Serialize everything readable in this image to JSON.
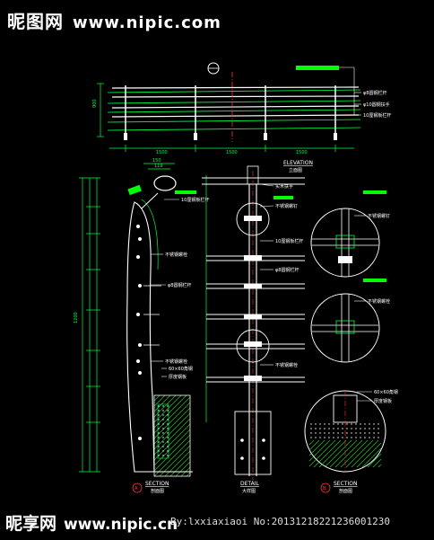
{
  "watermark": {
    "top_brand": "昵图网",
    "top_url": "www.nipic.com",
    "bottom_brand": "昵享网",
    "bottom_url": "www.nipic.cn",
    "bottom_id": "By:lxxiaxiaoi  No:20131218221236001230"
  },
  "elevation": {
    "title_en": "ELEVATION",
    "title_cn": "立面图",
    "dim_height": "900",
    "dims_bottom": [
      "1500",
      "1500",
      "1500"
    ],
    "callouts": [
      "φ8圆钢栏杆",
      "φ10圆钢扶手",
      "10厘钢板栏杆"
    ]
  },
  "section_left": {
    "title_en": "SECTION",
    "title_cn": "剖面图",
    "marker": "A",
    "top_dims": [
      "150",
      "119"
    ],
    "total_height": "1200",
    "callouts": [
      "10厘钢板栏杆",
      "不锈钢螺栓",
      "φ8圆钢栏杆",
      "不锈钢螺栓",
      "60×60角钢",
      "厚度钢板"
    ]
  },
  "detail": {
    "title_en": "DETAIL",
    "title_cn": "大样图",
    "callouts": [
      "实木扶手",
      "不锈钢螺钉",
      "10厘钢板栏杆",
      "φ8圆钢栏杆",
      "不锈钢螺栓"
    ]
  },
  "section_right": {
    "title_en": "SECTION",
    "title_cn": "剖面图",
    "marker": "B",
    "callouts": [
      "不锈钢螺钉",
      "不锈钢螺栓",
      "60×60角钢",
      "厚度钢板"
    ]
  },
  "colors": {
    "line": "#00ff44",
    "frame": "#ffffff",
    "accent": "#ff3333",
    "highlight": "#00ff00"
  }
}
